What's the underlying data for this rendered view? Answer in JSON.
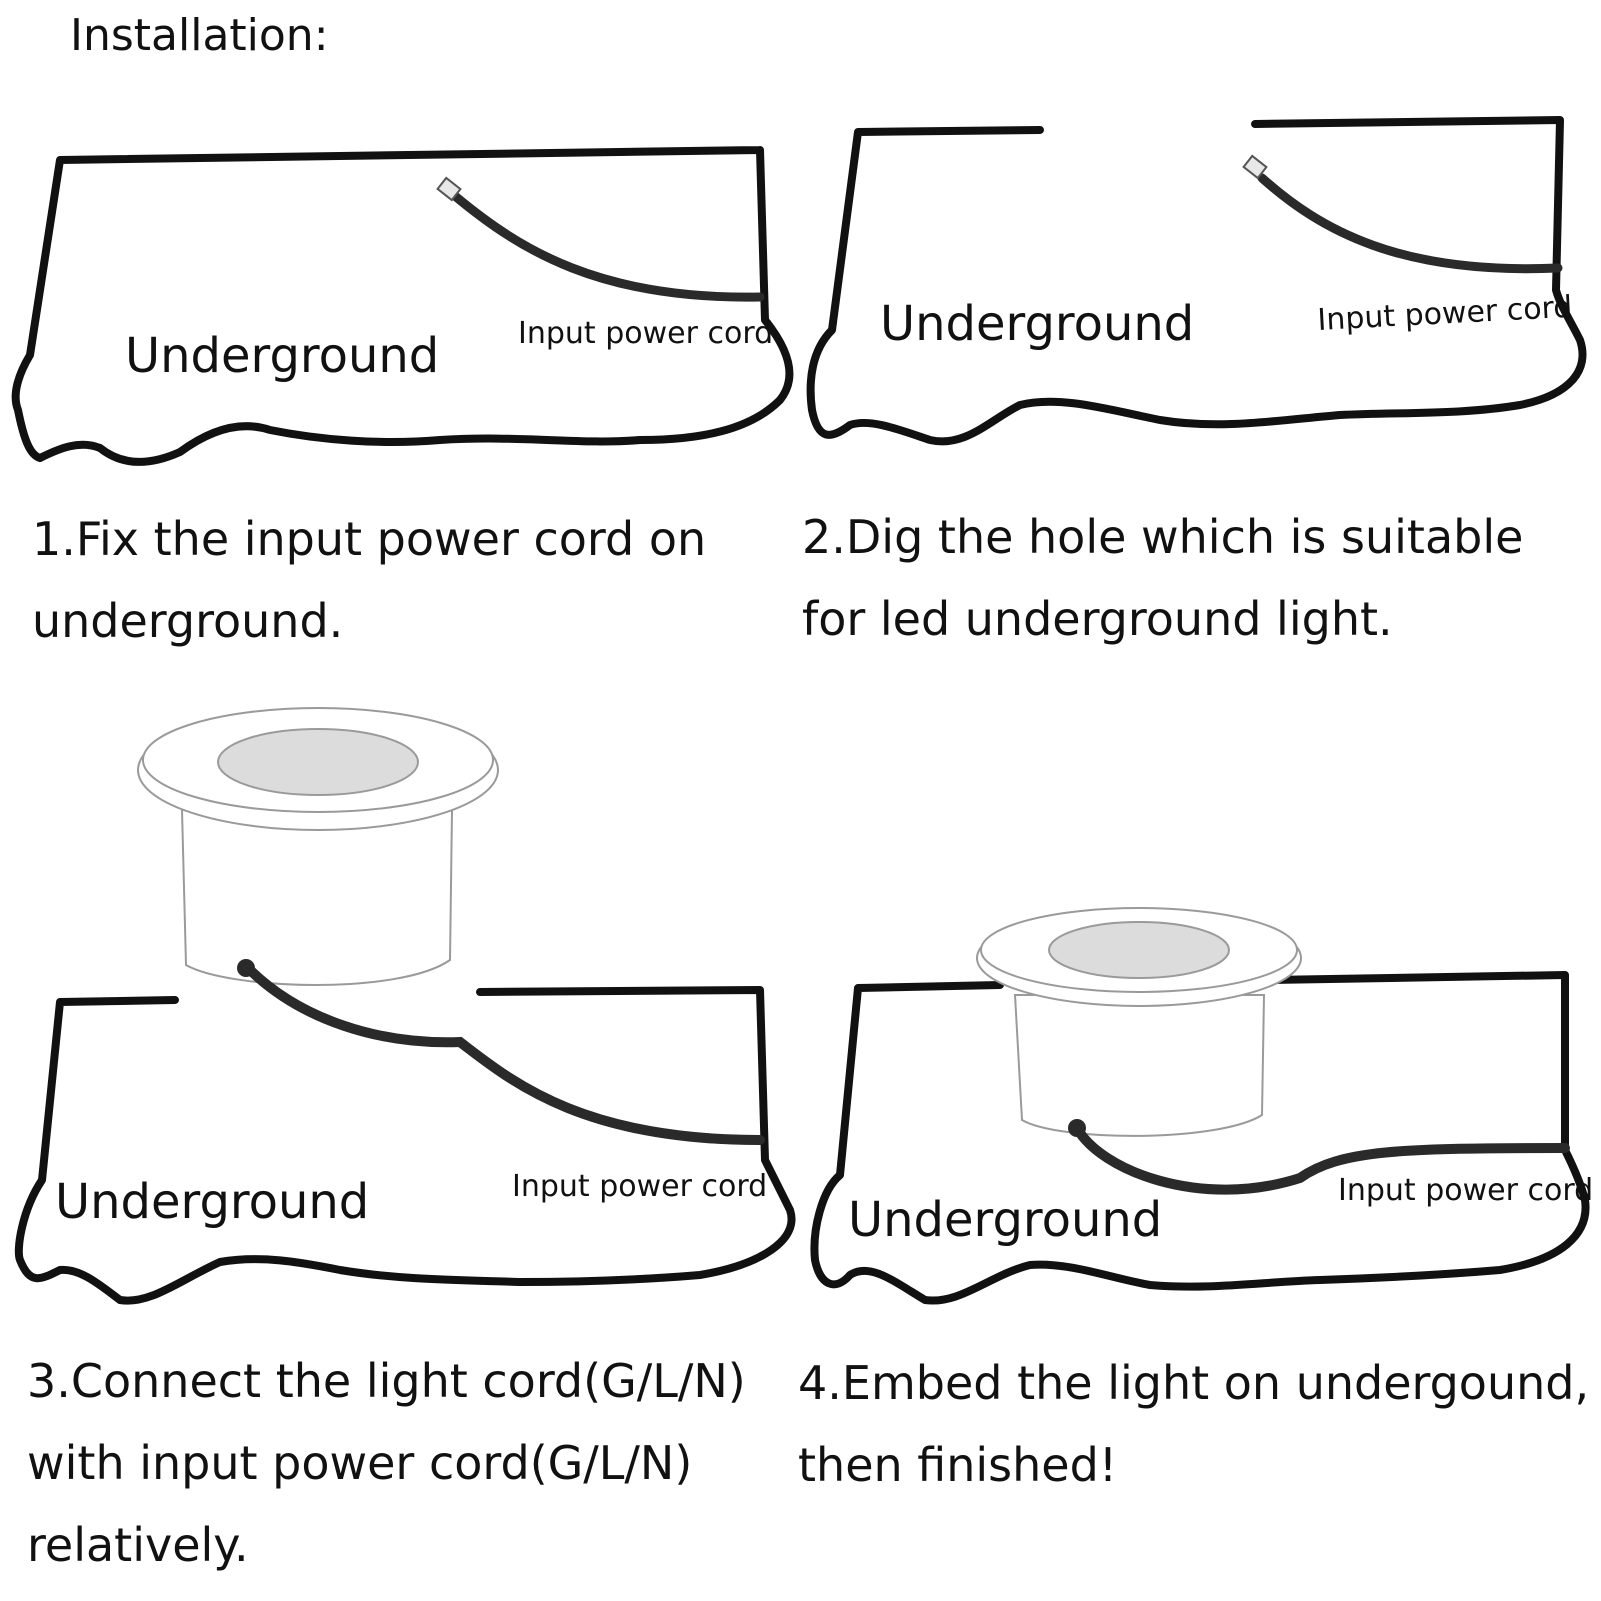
{
  "title": "Installation:",
  "labels": {
    "underground": "Underground",
    "cord": "Input power cord"
  },
  "steps": [
    {
      "lines": [
        "1.Fix the input power cord on",
        "underground."
      ]
    },
    {
      "lines": [
        "2.Dig the hole which is suitable",
        "for led underground light."
      ]
    },
    {
      "lines": [
        "3.Connect the light cord(G/L/N)",
        "with input power cord(G/L/N)",
        "relatively."
      ]
    },
    {
      "lines": [
        "4.Embed the light on undergound,",
        "then finished!"
      ]
    }
  ],
  "colors": {
    "ink": "#111111",
    "cable": "#2a2a2a",
    "lens": "#dcdcdc",
    "lampOutline": "#9a9a9a"
  }
}
